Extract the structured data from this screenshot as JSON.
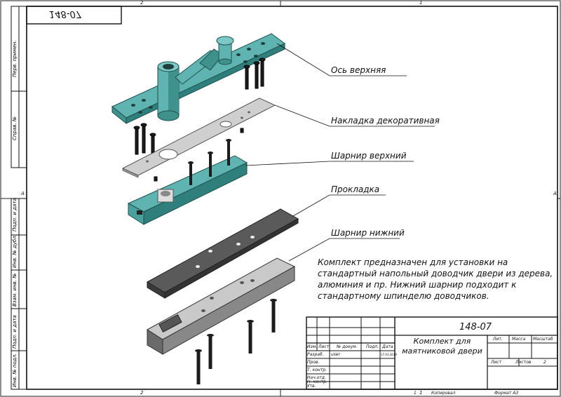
{
  "drawing_number": "148-07",
  "drawing_number_mirrored": "148-07",
  "zone_marks": {
    "top_left": "2",
    "top_right": "1",
    "bottom_left": "2",
    "bottom_right": "1",
    "left_mark": "A",
    "right_mark": "A"
  },
  "side_strip": [
    "Перв. примен.",
    "Справ. №",
    "Подп. и дата",
    "Инв. № дубл.",
    "Взам. инв. №",
    "Подп. и дата",
    "Инв. № подл."
  ],
  "callouts": [
    "Ось верхняя",
    "Накладка декоративная",
    "Шарнир верхний",
    "Прокладка",
    "Шарнир нижний"
  ],
  "description": "Комплект предназначен для установки на стандартный напольный доводчик двери из дерева, алюминия и пр. Нижний шарнир подходит к стандартному шпинделю доводчиков.",
  "title_block": {
    "number": "148-07",
    "name": "Комплект для маятниковой двери",
    "col_headers": [
      "Изм.",
      "Лист",
      "№ докум.",
      "Подп.",
      "Дата"
    ],
    "rows": [
      "Разраб.",
      "Пров.",
      "Т. контр.",
      "Нач.отд.",
      "Н. контр.",
      "Утв."
    ],
    "developer": "user",
    "date": "17.03.2019",
    "lit_label": "Лит.",
    "mass_label": "Масса",
    "scale_label": "Масштаб",
    "sheet_label": "Лист",
    "sheets_label": "Листов",
    "sheets_value": "2",
    "copied_label": "Копировал",
    "format_label": "Формат А3",
    "bottom_sheet_num": "1"
  },
  "colors": {
    "teal": "#5fb3b0",
    "teal_dark": "#2f7f7c",
    "steel": "#c9c9c9",
    "dark_steel": "#5a5a5a",
    "screw": "#1c1c1c"
  }
}
